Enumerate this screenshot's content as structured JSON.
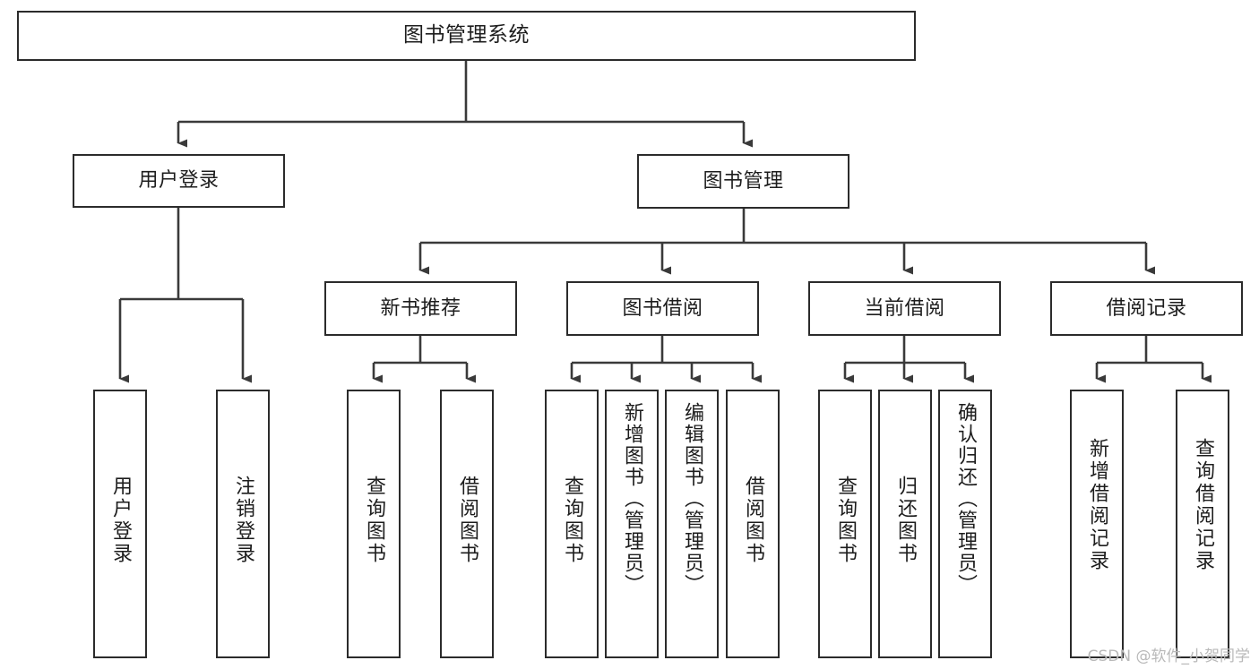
{
  "diagram": {
    "type": "tree",
    "title": "图书管理系统",
    "watermark": "CSDN @软件_小贺同学",
    "colors": {
      "background": "#ffffff",
      "box_border": "#2b2b2b",
      "text": "#1d1d1d",
      "connector": "#3a3a3a",
      "watermark": "#b9b9b9"
    },
    "root": {
      "label": "图书管理系统"
    },
    "level2": [
      {
        "id": "user-login",
        "label": "用户登录"
      },
      {
        "id": "book-manage",
        "label": "图书管理"
      }
    ],
    "level3": [
      {
        "id": "new-book-rec",
        "label": "新书推荐",
        "parent": "book-manage"
      },
      {
        "id": "book-borrow",
        "label": "图书借阅",
        "parent": "book-manage"
      },
      {
        "id": "current-borrow",
        "label": "当前借阅",
        "parent": "book-manage"
      },
      {
        "id": "borrow-record",
        "label": "借阅记录",
        "parent": "book-manage"
      }
    ],
    "leaves": [
      {
        "id": "leaf-user-login",
        "label": "用户登录",
        "parent": "user-login"
      },
      {
        "id": "leaf-logout",
        "label": "注销登录",
        "parent": "user-login"
      },
      {
        "id": "leaf-query-book-1",
        "label": "查询图书",
        "parent": "new-book-rec"
      },
      {
        "id": "leaf-borrow-book-1",
        "label": "借阅图书",
        "parent": "new-book-rec"
      },
      {
        "id": "leaf-query-book-2",
        "label": "查询图书",
        "parent": "book-borrow"
      },
      {
        "id": "leaf-add-book",
        "label": "新增图书（管理员）",
        "parent": "book-borrow"
      },
      {
        "id": "leaf-edit-book",
        "label": "编辑图书（管理员）",
        "parent": "book-borrow"
      },
      {
        "id": "leaf-borrow-book-2",
        "label": "借阅图书",
        "parent": "book-borrow"
      },
      {
        "id": "leaf-query-book-3",
        "label": "查询图书",
        "parent": "current-borrow"
      },
      {
        "id": "leaf-return-book",
        "label": "归还图书",
        "parent": "current-borrow"
      },
      {
        "id": "leaf-confirm-return",
        "label": "确认归还（管理员）",
        "parent": "current-borrow"
      },
      {
        "id": "leaf-add-record",
        "label": "新增借阅记录",
        "parent": "borrow-record"
      },
      {
        "id": "leaf-query-record",
        "label": "查询借阅记录",
        "parent": "borrow-record"
      }
    ]
  }
}
